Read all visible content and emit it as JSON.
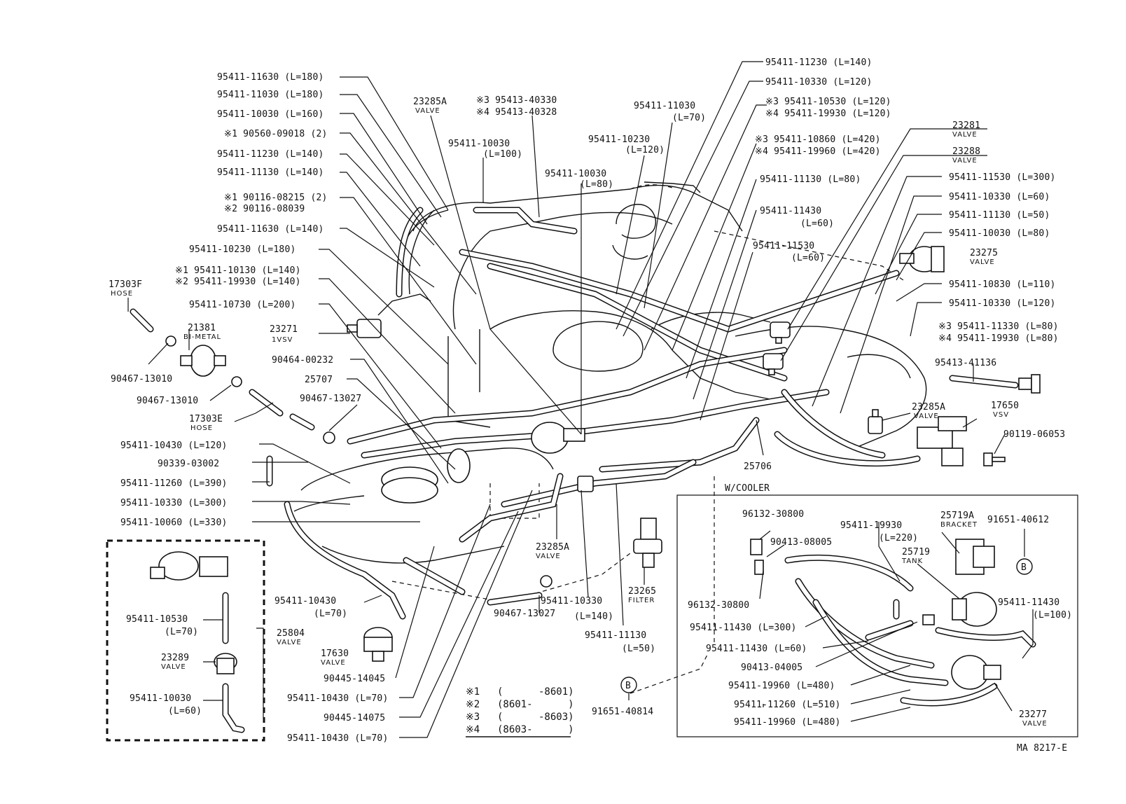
{
  "labels": {
    "l01": "95411-11630 (L=180)",
    "l02": "95411-11030 (L=180)",
    "l03": "95411-10030 (L=160)",
    "l04": "※1 90560-09018 (2)",
    "l05": "95411-11230 (L=140)",
    "l06": "95411-11130 (L=140)",
    "l07": "※1 90116-08215 (2)",
    "l08": "※2 90116-08039",
    "l09": "95411-11630 (L=140)",
    "l10": "95411-10230 (L=180)",
    "l11": "※1 95411-10130 (L=140)",
    "l12": "※2 95411-19930 (L=140)",
    "l13": "95411-10730 (L=200)",
    "l14": "23271",
    "l14s": "1VSV",
    "l15": "90464-00232",
    "l16": "25707",
    "l17": "90467-13027",
    "l18": "17303F",
    "l18s": "HOSE",
    "l19": "21381",
    "l19s": "BI-METAL",
    "l20": "90467-13010",
    "l21": "90467-13010",
    "l22": "17303E",
    "l22s": "HOSE",
    "l23": "95411-10430 (L=120)",
    "l24": "90339-03002",
    "l25": "95411-11260 (L=390)",
    "l26": "95411-10330 (L=300)",
    "l27": "95411-10060 (L=330)",
    "l28": "23285A",
    "l28s": "VALVE",
    "l29": "※3 95413-40330",
    "l30": "※4 95413-40328",
    "l31": "95411-10030",
    "l31b": "(L=100)",
    "l32": "95411-10030",
    "l32b": "(L=80)",
    "l33": "95411-11030",
    "l33b": "(L=70)",
    "l34": "95411-10230",
    "l34b": "(L=120)",
    "l35": "95411-11230 (L=140)",
    "l36": "95411-10330 (L=120)",
    "l37": "※3 95411-10530 (L=120)",
    "l38": "※4 95411-19930 (L=120)",
    "l39": "※3 95411-10860 (L=420)",
    "l40": "※4 95411-19960 (L=420)",
    "l41": "95411-11130 (L=80)",
    "l42": "95411-11430",
    "l42b": "(L=60)",
    "l43": "95411-11530",
    "l43b": "(L=60)",
    "l44": "23281",
    "l44s": "VALVE",
    "l45": "23288",
    "l45s": "VALVE",
    "l46": "95411-11530 (L=300)",
    "l47": "95411-10330 (L=60)",
    "l48": "95411-11130 (L=50)",
    "l49": "95411-10030 (L=80)",
    "l50": "23275",
    "l50s": "VALVE",
    "l51": "95411-10830 (L=110)",
    "l52": "95411-10330 (L=120)",
    "l53": "※3 95411-11330 (L=80)",
    "l54": "※4 95411-19930 (L=80)",
    "l55": "95413-41136",
    "l56": "23285A",
    "l56s": "VALVE",
    "l57": "17650",
    "l57s": "VSV",
    "l58": "90119-06053",
    "l59": "25706",
    "l60": "W/COOLER",
    "l61": "23285A",
    "l61s": "VALVE",
    "l62": "23265",
    "l62s": "FILTER",
    "l63": "95411-10430",
    "l63b": "(L=70)",
    "l64": "17630",
    "l64s": "VALVE",
    "l65": "90445-14045",
    "l66": "95411-10430 (L=70)",
    "l67": "90445-14075",
    "l68": "95411-10430 (L=70)",
    "l69": "90467-13027",
    "l70": "95411-10330",
    "l70b": "(L=140)",
    "l71": "95411-11130",
    "l71b": "(L=50)",
    "l72": "91651-40814",
    "l73": "95411-10530",
    "l73b": "(L=70)",
    "l74": "23289",
    "l74s": "VALVE",
    "l75": "95411-10030",
    "l75b": "(L=60)",
    "l76": "25804",
    "l76s": "VALVE",
    "l77": "96132-30800",
    "l78": "90413-08005",
    "l79": "96132-30800",
    "l80": "95411-11430 (L=300)",
    "l81": "95411-11430 (L=60)",
    "l82": "90413-04005",
    "l83": "95411-19960 (L=480)",
    "l84": "95411-11260 (L=510)",
    "l85": "95411-19960 (L=480)",
    "l86": "95411-19930",
    "l86b": "(L=220)",
    "l87": "25719A",
    "l87s": "BRACKET",
    "l88": "91651-40612",
    "l89": "25719",
    "l89s": "TANK",
    "l90": "95411-11430",
    "l90b": "(L=100)",
    "l91": "23277",
    "l91s": "VALVE",
    "b1": "B",
    "b2": "B",
    "fig": "MA 8217-E"
  },
  "legend": [
    {
      "mark": "※1",
      "range": "(      -8601)"
    },
    {
      "mark": "※2",
      "range": "(8601-      )"
    },
    {
      "mark": "※3",
      "range": "(      -8603)"
    },
    {
      "mark": "※4",
      "range": "(8603-      )"
    }
  ]
}
